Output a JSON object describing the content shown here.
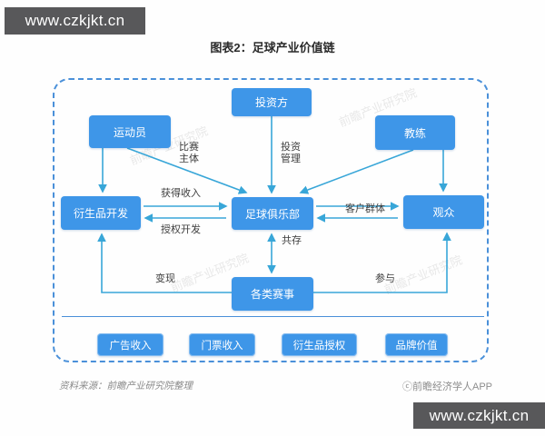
{
  "banners": {
    "top_left": "www.czkjkt.cn",
    "bottom_right": "www.czkjkt.cn"
  },
  "title": "图表2：足球产业价值链",
  "diagram": {
    "nodes": {
      "athlete": "运动员",
      "investor": "投资方",
      "coach": "教练",
      "derivative": "衍生品开发",
      "club": "足球俱乐部",
      "audience": "观众",
      "events": "各类赛事",
      "ad_revenue": "广告收入",
      "ticket_revenue": "门票收入",
      "derivative_license": "衍生品授权",
      "brand_value": "品牌价值"
    },
    "edge_labels": {
      "match_subject": "比赛主体",
      "invest_manage": "投资管理",
      "gain_income": "获得收入",
      "license_dev": "授权开发",
      "customer_group": "客户群体",
      "coexist": "共存",
      "monetize": "变现",
      "participate": "参与"
    }
  },
  "footer": {
    "source": "资料来源：前瞻产业研究院整理",
    "credit": "ⓒ前瞻经济学人APP"
  },
  "watermark": {
    "text": "前瞻产业研究院"
  },
  "colors": {
    "node_fill": "#3e96e8",
    "arrow": "#38a6d8",
    "frame": "#4a90d9",
    "banner_bg": "#58585a"
  }
}
